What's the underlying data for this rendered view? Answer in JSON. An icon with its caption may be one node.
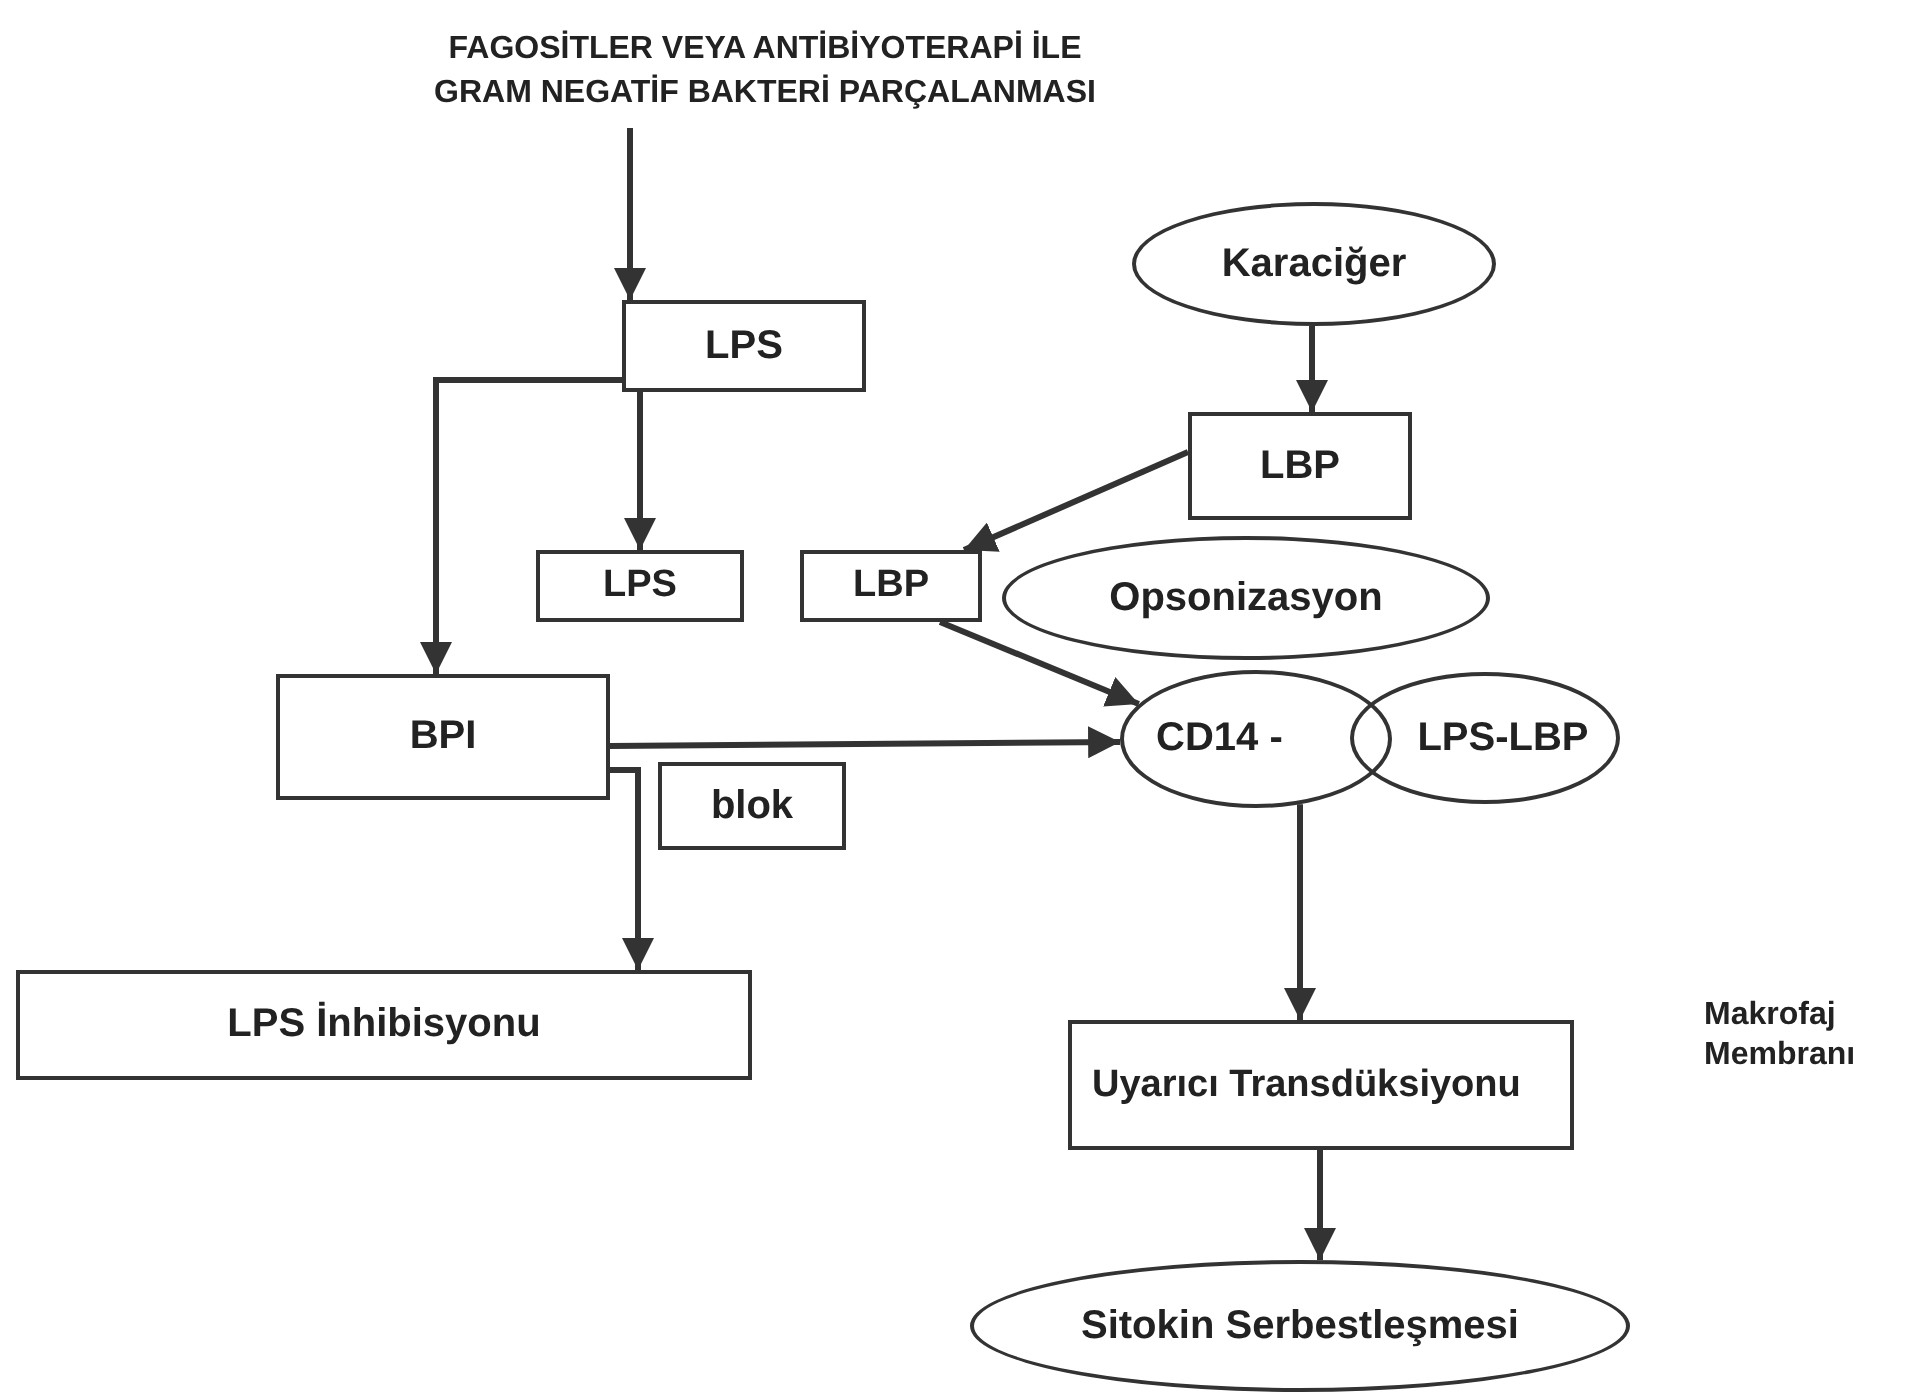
{
  "diagram": {
    "nodes": [
      {
        "text": [
          "FAGOSİTLER VEYA ANTİBİYOTERAPİ İLE GRAM NEGATİF BAKTERİ PARÇALANMASI"
        ]
      },
      {
        "text": [
          "LPS"
        ]
      },
      {
        "text": [
          "Karaciğer"
        ]
      },
      {
        "text": [
          "LBP"
        ]
      },
      {
        "text": [
          "LPS"
        ]
      },
      {
        "text": [
          "LBP"
        ]
      },
      {
        "text": [
          "Opsonizasyon"
        ]
      },
      {
        "text": [
          "BPI"
        ]
      },
      {
        "text": [
          "blok"
        ]
      },
      {
        "text": [
          "CD14 -"
        ]
      },
      {
        "text": [
          "LPS-LBP"
        ]
      },
      {
        "text": [
          "LPS İnhibisyonu"
        ]
      },
      {
        "text": [
          "Uyarıcı Transdüksiyonu"
        ]
      },
      {
        "text": [
          "Sitokin Serbestleşmesi"
        ]
      }
    ],
    "edges": [
      {
        "from": 0,
        "to": 1,
        "arrow": "to"
      },
      {
        "from": 1,
        "to": 4,
        "arrow": "to"
      },
      {
        "from": 1,
        "to": 7,
        "arrow": "to"
      },
      {
        "from": 2,
        "to": 3,
        "arrow": "to"
      },
      {
        "from": 3,
        "to": 5,
        "arrow": "to"
      },
      {
        "from": 5,
        "to": 9,
        "arrow": "to"
      },
      {
        "from": 7,
        "to": 9,
        "arrow": "to"
      },
      {
        "from": 7,
        "to": 11,
        "arrow": "to"
      },
      {
        "from": 9,
        "to": 12,
        "arrow": "to"
      },
      {
        "from": 12,
        "to": 13,
        "arrow": "to"
      }
    ],
    "labels": [
      "Makrofaj Membranı"
    ]
  }
}
